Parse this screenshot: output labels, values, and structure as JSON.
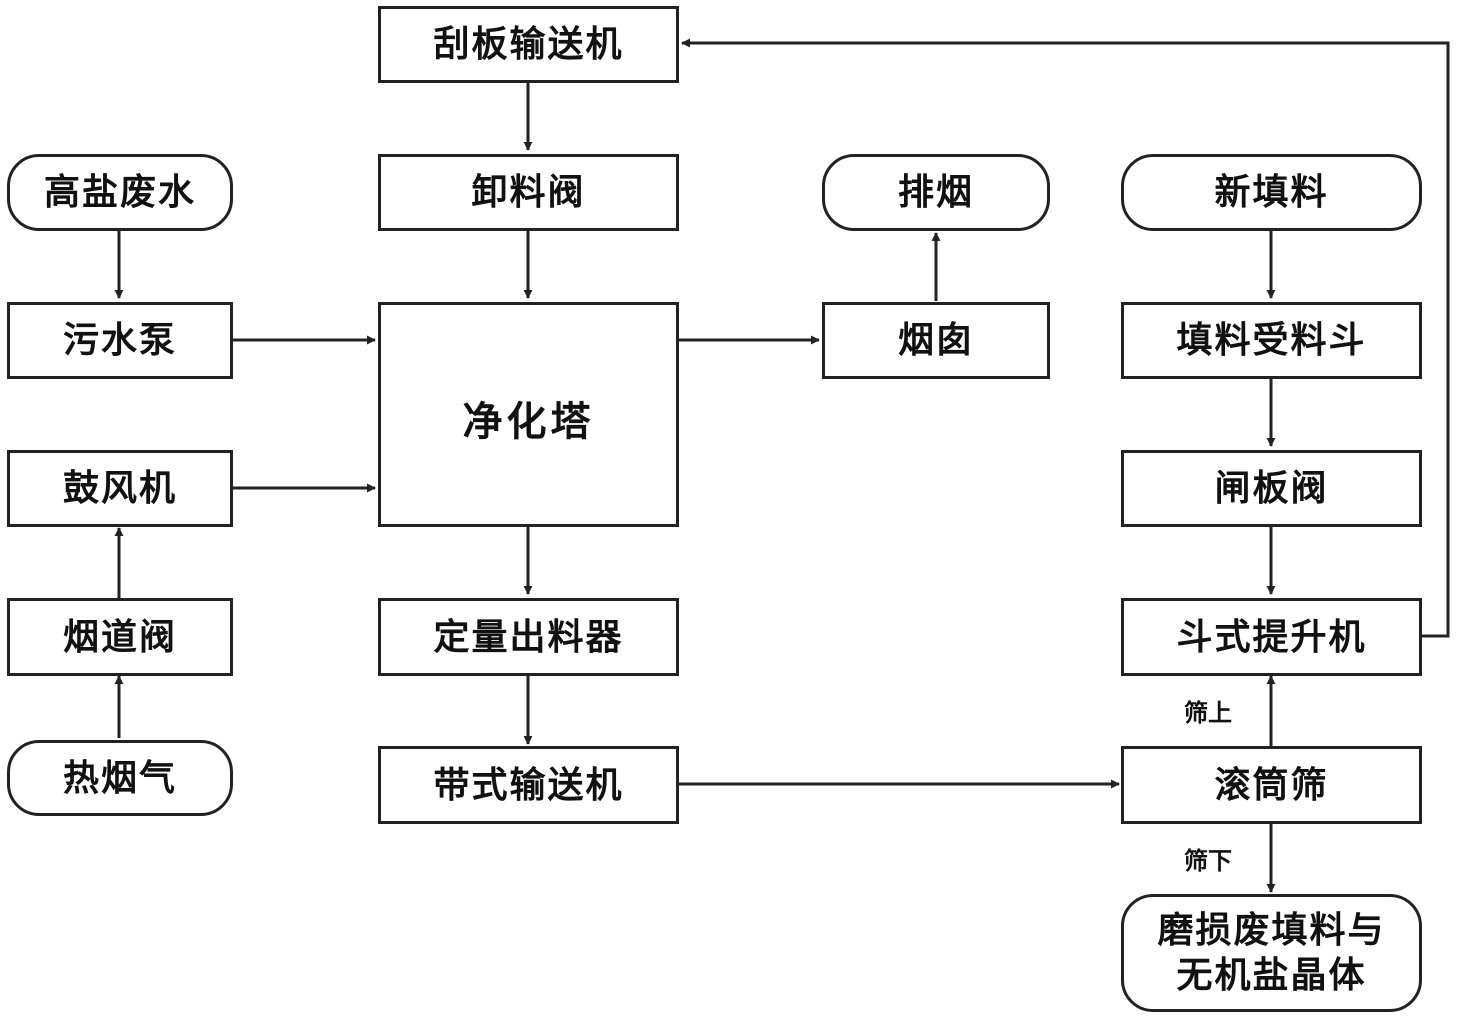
{
  "nodes": {
    "scraper_conveyor": "刮板输送机",
    "discharge_valve": "卸料阀",
    "high_salt_wastewater": "高盐废水",
    "sewage_pump": "污水泵",
    "purification_tower": "净化塔",
    "blower": "鼓风机",
    "flue_valve": "烟道阀",
    "hot_flue_gas": "热烟气",
    "metered_discharger": "定量出料器",
    "belt_conveyor": "带式输送机",
    "exhaust": "排烟",
    "chimney": "烟囱",
    "new_filler": "新填料",
    "filler_hopper": "填料受料斗",
    "gate_valve": "闸板阀",
    "bucket_elevator": "斗式提升机",
    "drum_screen": "滚筒筛",
    "waste_output_line1": "磨损废填料与",
    "waste_output_line2": "无机盐晶体"
  },
  "edge_labels": {
    "oversize": "筛上",
    "undersize": "筛下"
  }
}
